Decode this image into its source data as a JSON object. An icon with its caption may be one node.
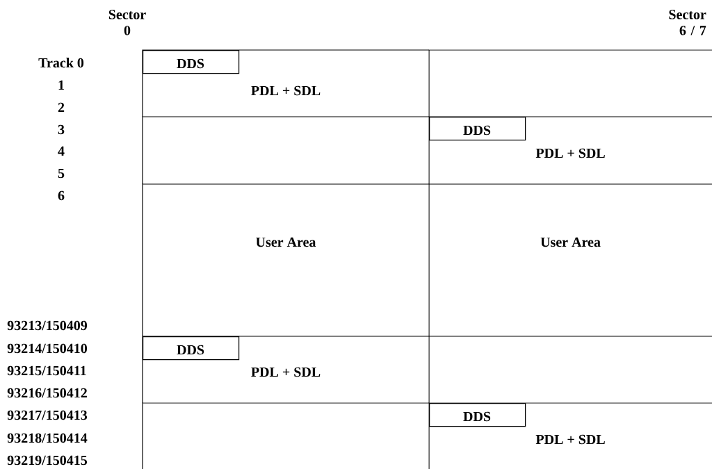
{
  "diagram": {
    "nodes": [
      {
        "text": [
          "PDL + SDL"
        ]
      },
      {
        "text": [
          "DDS"
        ],
        "in": 0
      },
      {
        "text": [],
        "shape": "box"
      },
      {
        "text": [],
        "shape": "box"
      },
      {
        "text": [
          "PDL + SDL"
        ]
      },
      {
        "text": [
          "DDS"
        ],
        "in": 4
      },
      {
        "text": [
          "User Area"
        ]
      },
      {
        "text": [
          "User Area"
        ]
      },
      {
        "text": [
          "PDL + SDL"
        ]
      },
      {
        "text": [
          "DDS"
        ],
        "in": 8
      },
      {
        "text": [],
        "shape": "box"
      },
      {
        "text": [],
        "shape": "box"
      },
      {
        "text": [
          "PDL + SDL"
        ]
      },
      {
        "text": [
          "DDS"
        ],
        "in": 12
      }
    ],
    "labels": [
      "Sector 0",
      "Sector 6 / 7",
      "Track 0",
      "1",
      "2",
      "3",
      "4",
      "5",
      "6",
      "93213/150409",
      "93214/150410",
      "93215/150411",
      "93216/150412",
      "93217/150413",
      "93218/150414",
      "93219/150415"
    ]
  }
}
